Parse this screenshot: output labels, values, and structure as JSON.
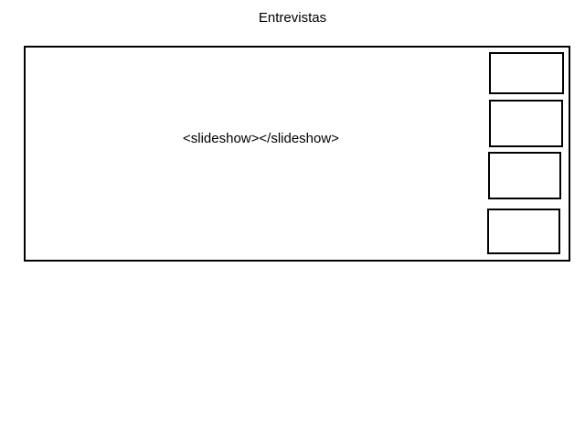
{
  "page": {
    "title": "Entrevistas"
  },
  "slideshow": {
    "placeholder_text": "<slideshow></slideshow>",
    "thumbnail_count": 4
  },
  "colors": {
    "background": "#ffffff",
    "border": "#000000",
    "text": "#000000"
  }
}
